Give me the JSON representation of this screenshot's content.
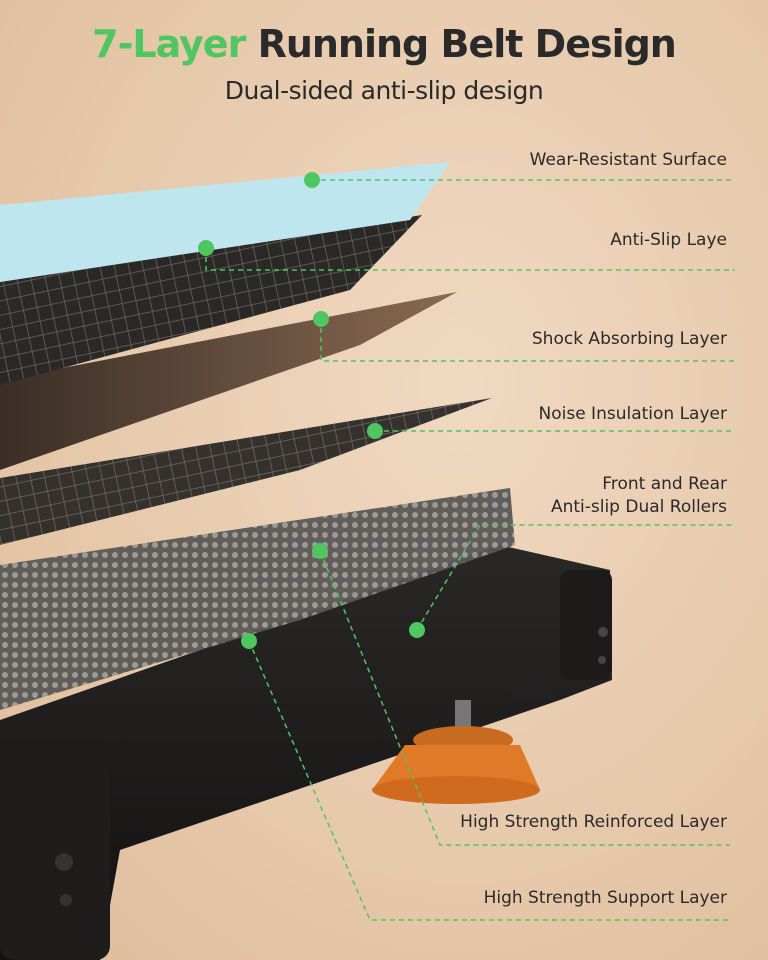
{
  "header": {
    "title_accent": "7-Layer",
    "title_rest": "Running Belt Design",
    "subtitle": "Dual-sided anti-slip design"
  },
  "colors": {
    "accent": "#4fc65f",
    "text": "#2a2a2a"
  },
  "layers": [
    {
      "label": "Wear-Resistant Surface"
    },
    {
      "label": "Anti-Slip Laye"
    },
    {
      "label": "Shock Absorbing Layer"
    },
    {
      "label": "Noise Insulation Layer"
    },
    {
      "label_line1": "Front and Rear",
      "label_line2": "Anti-slip Dual Rollers"
    },
    {
      "label": "High Strength Reinforced Layer"
    },
    {
      "label": "High Strength Support Layer"
    }
  ]
}
